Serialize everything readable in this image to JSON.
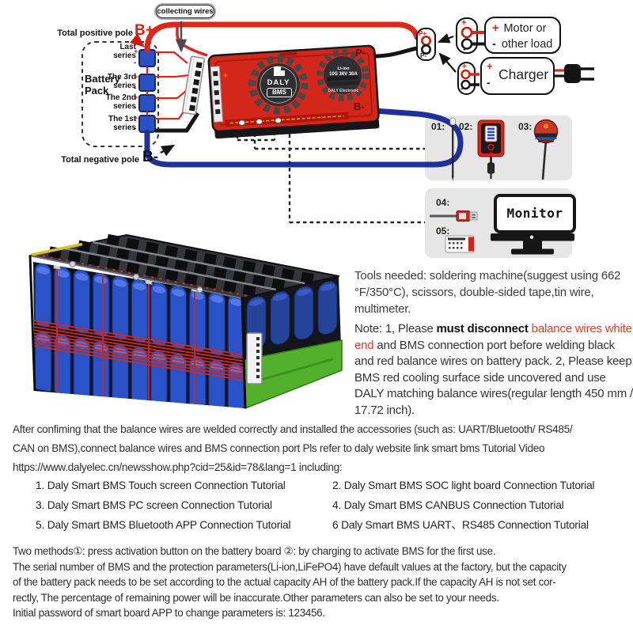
{
  "diagram": {
    "collecting_wires": "collecting wires",
    "total_positive": "Total positive pole",
    "b_plus": "B+",
    "total_negative": "Total negative pole",
    "b_minus": "B-",
    "battery_pack": "Battery Pack",
    "plus_mark": "+",
    "minus_mark": "-",
    "series": [
      {
        "l1": "Last",
        "l2": "series"
      },
      {
        "l1": "The 3rd",
        "l2": "series"
      },
      {
        "l1": "The 2nd",
        "l2": "series"
      },
      {
        "l1": "The 1st",
        "l2": "series"
      }
    ],
    "bms": {
      "p_minus": "P-",
      "b_minus": "B-",
      "logo_top": "DALY",
      "logo_bottom": "BMS",
      "spec1": "Li-ion",
      "spec2": "10S 36V 30A",
      "spec3": "DALY Electronic"
    },
    "terminal": {
      "p_plus": "P+",
      "p_minus": "P-"
    },
    "motor": {
      "plus": "+",
      "minus": "-",
      "line1": "Motor or",
      "line2": "other load"
    },
    "charger": {
      "plus": "+",
      "minus": "-",
      "label": "Charger"
    },
    "accessories": {
      "i1": "01:",
      "i2": "02:",
      "i3": "03:",
      "i4": "04:",
      "i5": "05:",
      "monitor": "Monitor"
    }
  },
  "right_panel": {
    "tools": "Tools needed: soldering machine(suggest using 662 °F/350°C), scissors, double-sided tape,tin wire, multimeter.",
    "note_seg1": "Note: 1, Please ",
    "note_seg2": "must disconnect",
    "note_seg3": " balance wires white end",
    "note_seg4": " and BMS connection port before welding black and red balance wires on battery pack. 2, Please keep BMS red cooling surface side uncovered and use DALY matching balance wires(regular length 450 mm / 17.72 inch)."
  },
  "instructions": {
    "after_lines": [
      "After confiming that the balance wires are welded correctly and installed the accessories (such as: UART/Bluetooth/ RS485/",
      "CAN on BMS),connect balance wires and BMS connection port Pls refer to daly website link  smart bms Tutorial Video",
      "https://www.dalyelec.cn/newsshow.php?cid=25&id=78&lang=1 including:"
    ],
    "tutorials": [
      "1. Daly Smart BMS Touch screen Connection Tutorial",
      "2. Daly Smart BMS SOC light board Connection Tutorial",
      "3. Daly Smart BMS PC screen Connection Tutorial",
      "4. Daly Smart BMS CANBUS Connection Tutorial",
      "5. Daly Smart BMS Bluetooth APP Connection Tutorial",
      "6 Daly Smart BMS UART、RS485 Connection Tutorial"
    ],
    "methods_lines": [
      "Two methods①: press activation button on the battery board ②: by charging to activate BMS for the first use.",
      "The serial number of BMS and the protection parameters(Li-ion,LiFePO4) have default values at the factory, but the capacity",
      "of the battery pack needs to be set according to the actual capacity AH of the battery pack.If the capacity AH is not set cor-",
      "rectly, The percentage of remaining power will be inaccurate.Other parameters can also be set to your needs.",
      "Initial password of smart board APP to change parameters is: 123456."
    ]
  },
  "colors": {
    "wire_red": "#e0251a",
    "wire_blue": "#1f3099",
    "board_red": "#d3271c",
    "note_red": "#e73a22",
    "panel_gray": "#e6e6e7",
    "base_green": "#53b02c"
  }
}
